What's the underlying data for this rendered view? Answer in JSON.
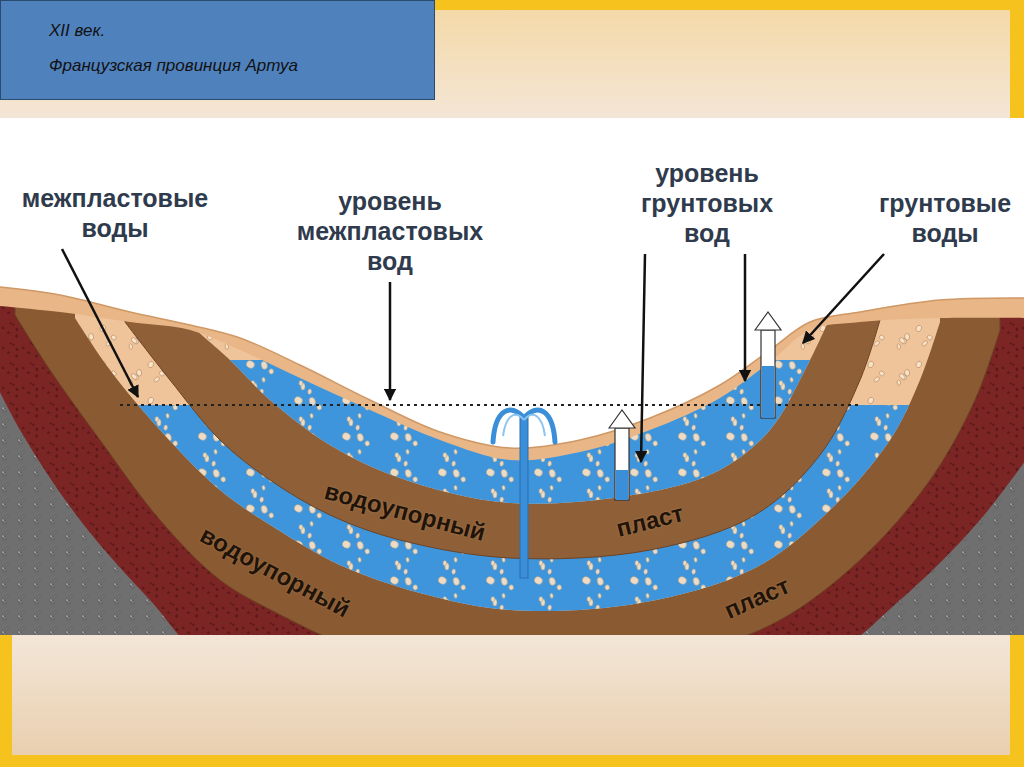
{
  "diagram": {
    "nodes": [
      {
        "text": [
          "XII век.",
          "Французская провинция Артуа"
        ]
      }
    ],
    "labels": [
      "межпластовые воды",
      "уровень межпластовых вод",
      "уровень грунтовых вод",
      "грунтовые воды",
      "водоупорный",
      "пласт",
      "водоупорный",
      "пласт"
    ]
  }
}
